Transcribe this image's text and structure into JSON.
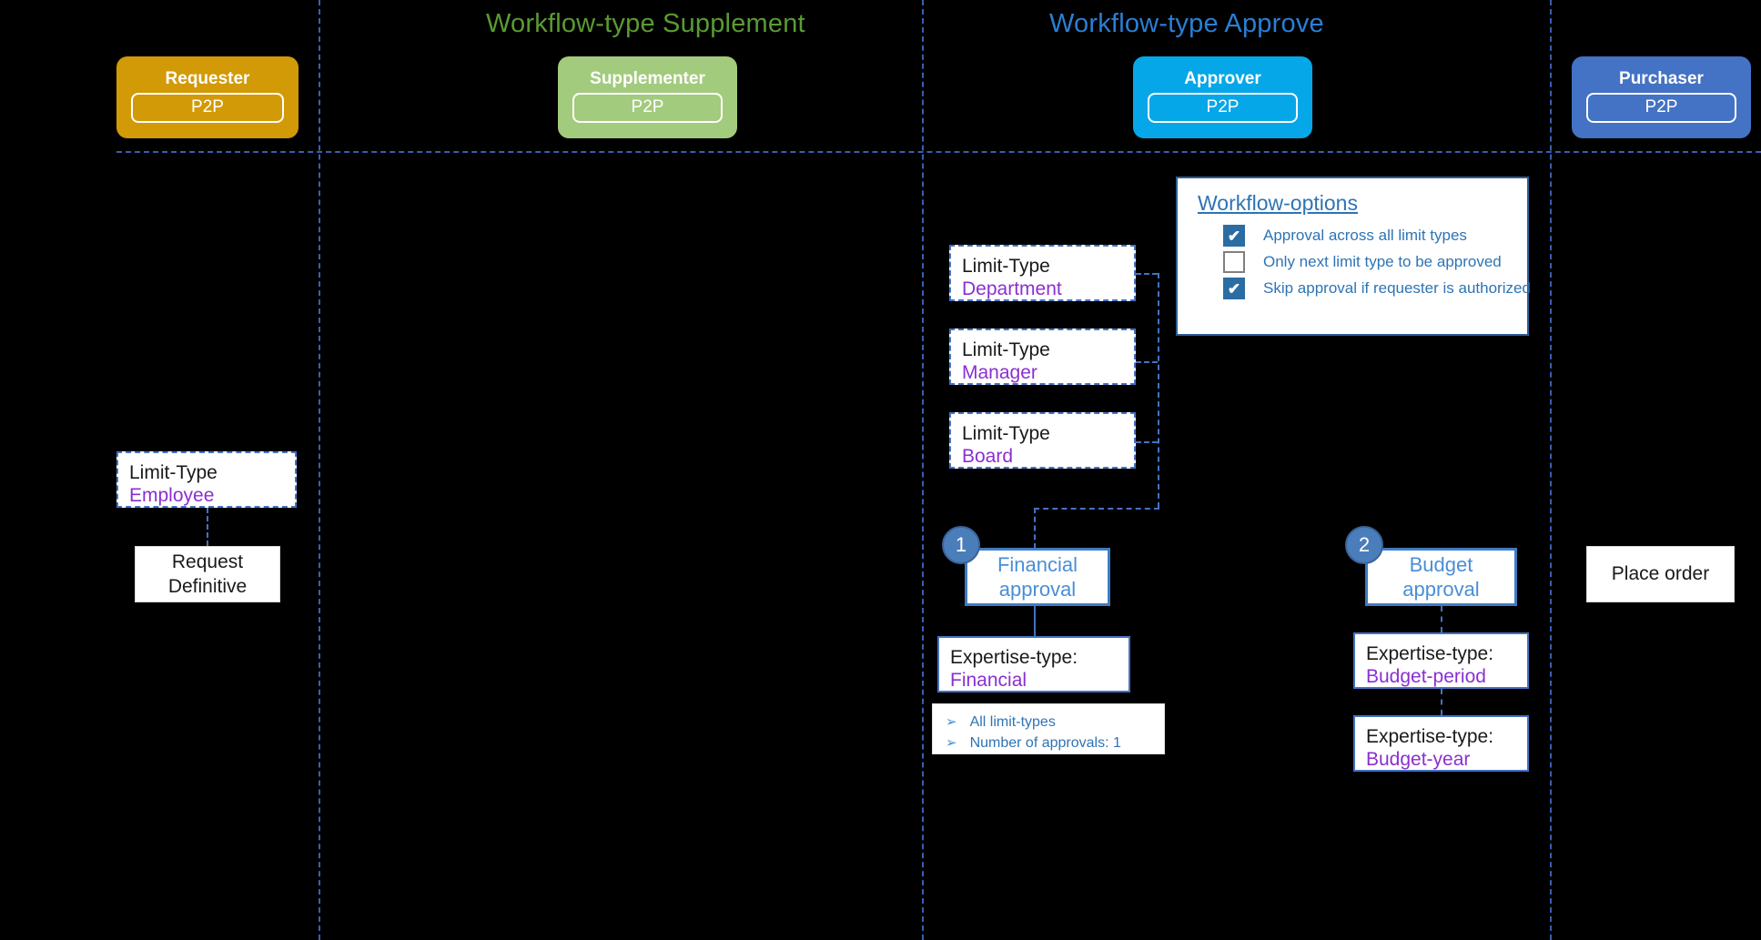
{
  "diagram": {
    "title_supplement": "Workflow-type Supplement",
    "title_approve": "Workflow-type Approve",
    "colors": {
      "requester": "#d39a07",
      "supplementer": "#a2cb7d",
      "approver": "#06a7e8",
      "purchaser": "#4472c4",
      "lane_divider": "#3a5fb0",
      "supplement_title": "#5a9b31",
      "approve_title": "#2a7fd4",
      "value_text": "#8b2fd0",
      "link_text": "#2e74b5",
      "box_border": "#4472c4"
    }
  },
  "lanes": [
    {
      "role": "Requester",
      "system": "P2P"
    },
    {
      "role": "Supplementer",
      "system": "P2P"
    },
    {
      "role": "Approver",
      "system": "P2P"
    },
    {
      "role": "Purchaser",
      "system": "P2P"
    }
  ],
  "requester_lane": {
    "limit_type": {
      "label": "Limit-Type",
      "value": "Employee"
    },
    "request": "Request\nDefinitive",
    "request_line1": "Request",
    "request_line2": "Definitive"
  },
  "approver_lane": {
    "limit_types": [
      {
        "label": "Limit-Type",
        "value": "Department"
      },
      {
        "label": "Limit-Type",
        "value": "Manager"
      },
      {
        "label": "Limit-Type",
        "value": "Board"
      }
    ],
    "workflow_options": {
      "title": "Workflow-options",
      "options": [
        {
          "label": "Approval across all limit types",
          "checked": true,
          "mark": "✔"
        },
        {
          "label": "Only next limit type to be approved",
          "checked": false,
          "mark": ""
        },
        {
          "label": "Skip approval if requester is authorized",
          "checked": true,
          "mark": "✔"
        }
      ]
    },
    "financial": {
      "badge": "1",
      "action_line1": "Financial",
      "action_line2": "approval",
      "expertise_label": "Expertise-type:",
      "expertise_value": "Financial",
      "notes": [
        {
          "arrow": "➢",
          "text": "All limit-types"
        },
        {
          "arrow": "➢",
          "text": "Number of approvals: 1"
        }
      ]
    },
    "budget": {
      "badge": "2",
      "action_line1": "Budget",
      "action_line2": "approval",
      "expertise": [
        {
          "label": "Expertise-type:",
          "value": "Budget-period"
        },
        {
          "label": "Expertise-type:",
          "value": "Budget-year"
        }
      ]
    }
  },
  "purchaser_lane": {
    "place_order": "Place order"
  }
}
